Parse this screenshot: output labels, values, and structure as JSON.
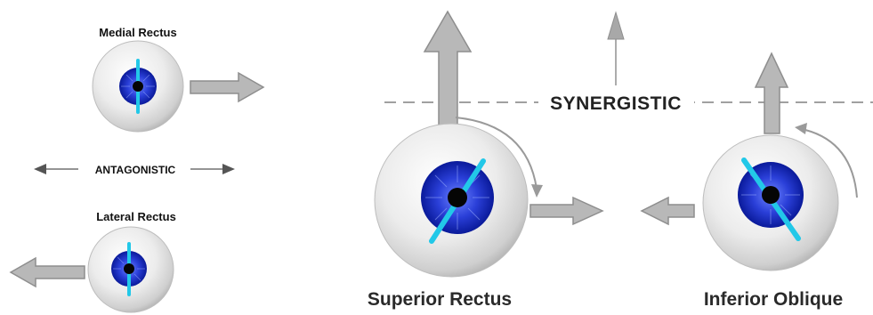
{
  "labels": {
    "medial_rectus": "Medial Rectus",
    "antagonistic": "ANTAGONISTIC",
    "lateral_rectus": "Lateral Rectus",
    "synergistic": "SYNERGISTIC",
    "superior_rectus": "Superior Rectus",
    "inferior_oblique": "Inferior Oblique"
  },
  "colors": {
    "iris": "#2233cc",
    "axis_line": "#22c8e8",
    "arrow_fill": "#b8b8b8",
    "arrow_stroke": "#8e8e8e",
    "dashed_line": "#a0a0a0"
  }
}
